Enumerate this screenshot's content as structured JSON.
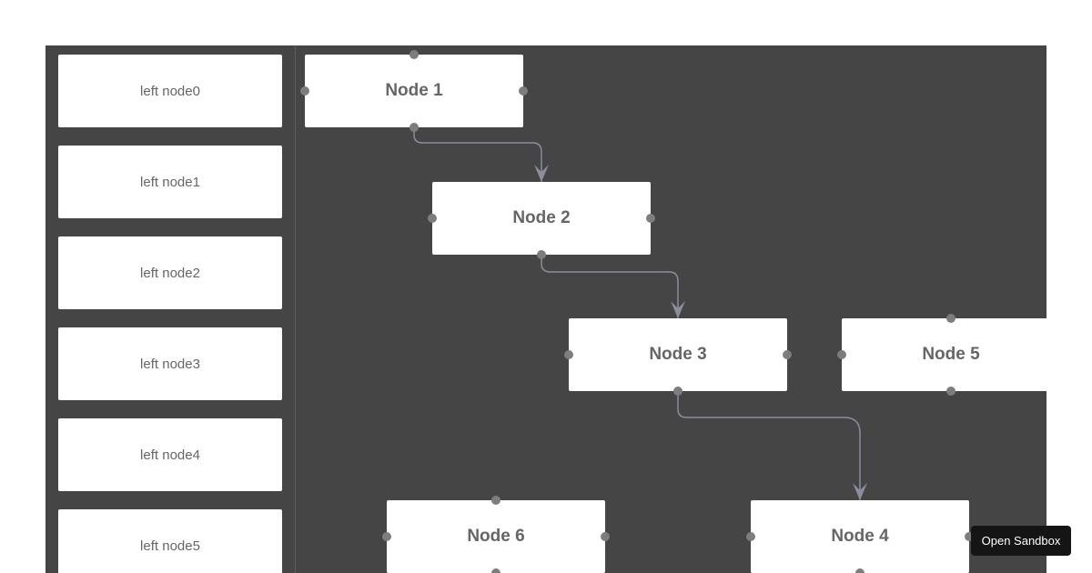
{
  "sidebar": {
    "items": [
      {
        "label": "left node0"
      },
      {
        "label": "left node1"
      },
      {
        "label": "left node2"
      },
      {
        "label": "left node3"
      },
      {
        "label": "left node4"
      },
      {
        "label": "left node5"
      }
    ]
  },
  "canvas": {
    "nodes": [
      {
        "id": "node-1",
        "label": "Node 1"
      },
      {
        "id": "node-2",
        "label": "Node 2"
      },
      {
        "id": "node-3",
        "label": "Node 3"
      },
      {
        "id": "node-4",
        "label": "Node 4"
      },
      {
        "id": "node-5",
        "label": "Node 5"
      },
      {
        "id": "node-6",
        "label": "Node 6"
      }
    ],
    "edges": [
      {
        "from": "Node 1",
        "to": "Node 2"
      },
      {
        "from": "Node 2",
        "to": "Node 3"
      },
      {
        "from": "Node 3",
        "to": "Node 4"
      }
    ],
    "colors": {
      "background": "#454545",
      "node_fill": "#ffffff",
      "node_text": "#666666",
      "port": "#7d7d7d",
      "edge": "#8a8d9c"
    }
  },
  "sandbox_button": {
    "label": "Open Sandbox"
  }
}
